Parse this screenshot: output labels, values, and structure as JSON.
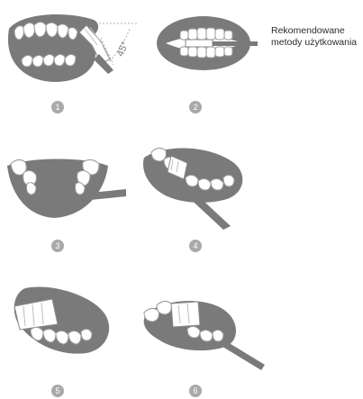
{
  "title": {
    "line1": "Rekomendowane",
    "line2": "metody użytkowania"
  },
  "angle_label": "45°",
  "steps": [
    {
      "number": "1"
    },
    {
      "number": "2"
    },
    {
      "number": "3"
    },
    {
      "number": "4"
    },
    {
      "number": "5"
    },
    {
      "number": "6"
    }
  ],
  "colors": {
    "mouth": "#7a7a7a",
    "tooth": "#ffffff",
    "tooth_outline": "#8a8a8a",
    "badge": "#a9a9a9",
    "text": "#2b2b2b"
  }
}
